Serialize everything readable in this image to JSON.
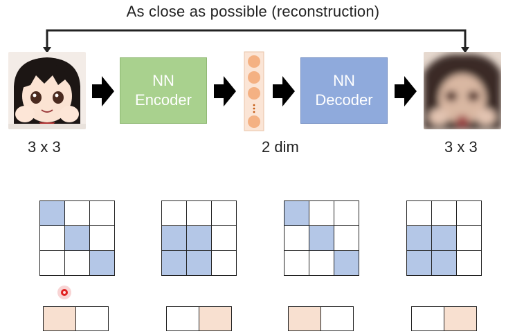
{
  "title": "As close as possible  (reconstruction)",
  "encoder": {
    "line1": "NN",
    "line2": "Encoder"
  },
  "decoder": {
    "line1": "NN",
    "line2": "Decoder"
  },
  "labels": {
    "input": "3 x 3",
    "code": "2 dim",
    "output": "3 x 3"
  },
  "examples": [
    {
      "grid": [
        1,
        0,
        0,
        0,
        1,
        0,
        0,
        0,
        1
      ],
      "code": [
        1,
        0
      ]
    },
    {
      "grid": [
        0,
        0,
        0,
        1,
        1,
        0,
        1,
        1,
        0
      ],
      "code": [
        0,
        1
      ]
    },
    {
      "grid": [
        1,
        0,
        0,
        0,
        1,
        0,
        0,
        0,
        1
      ],
      "code": [
        1,
        0
      ]
    },
    {
      "grid": [
        0,
        0,
        0,
        1,
        1,
        0,
        1,
        1,
        0
      ],
      "code": [
        0,
        1
      ]
    }
  ],
  "colors": {
    "encoder": "#a9d18e",
    "decoder": "#8faadc",
    "grid_on": "#b4c7e7",
    "code_on": "#f8e0d0",
    "pointer": "#e02020"
  }
}
